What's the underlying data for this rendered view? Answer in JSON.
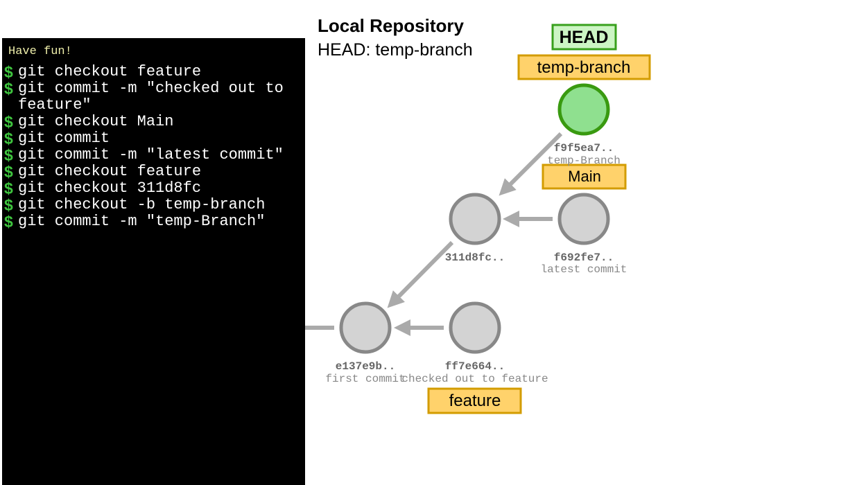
{
  "terminal": {
    "welcome": "Have fun!",
    "prompt_symbol": "$",
    "commands": [
      "git checkout feature",
      "git commit -m \"checked out to feature\"",
      "git checkout Main",
      "git commit",
      "git commit -m \"latest commit\"",
      "git checkout feature",
      "git checkout 311d8fc",
      "git checkout -b temp-branch",
      "git commit -m \"temp-Branch\""
    ]
  },
  "repo": {
    "title": "Local Repository",
    "head_status": "HEAD: temp-branch"
  },
  "colors": {
    "commit_fill": "#d3d3d3",
    "commit_stroke": "#888888",
    "head_commit_fill": "#8fe08f",
    "head_commit_stroke": "#399a10",
    "branch_fill": "#ffd26b",
    "branch_stroke": "#d39c00",
    "head_label_fill": "#ccf5c4",
    "head_label_stroke": "#38a01c",
    "arrow": "#aaaaaa"
  },
  "graph": {
    "commits": [
      {
        "id": "e137e9b..",
        "message": "first commit",
        "head": false
      },
      {
        "id": "311d8fc..",
        "message": "",
        "head": false
      },
      {
        "id": "f692fe7..",
        "message": "latest commit",
        "head": false
      },
      {
        "id": "ff7e664..",
        "message": "checked out to feature",
        "head": false
      },
      {
        "id": "f9f5ea7..",
        "message": "temp-Branch",
        "head": true
      }
    ],
    "branches": [
      {
        "name": "temp-branch",
        "commit": "f9f5ea7.."
      },
      {
        "name": "Main",
        "commit": "f692fe7.."
      },
      {
        "name": "feature",
        "commit": "ff7e664.."
      }
    ],
    "head_label": "HEAD"
  }
}
